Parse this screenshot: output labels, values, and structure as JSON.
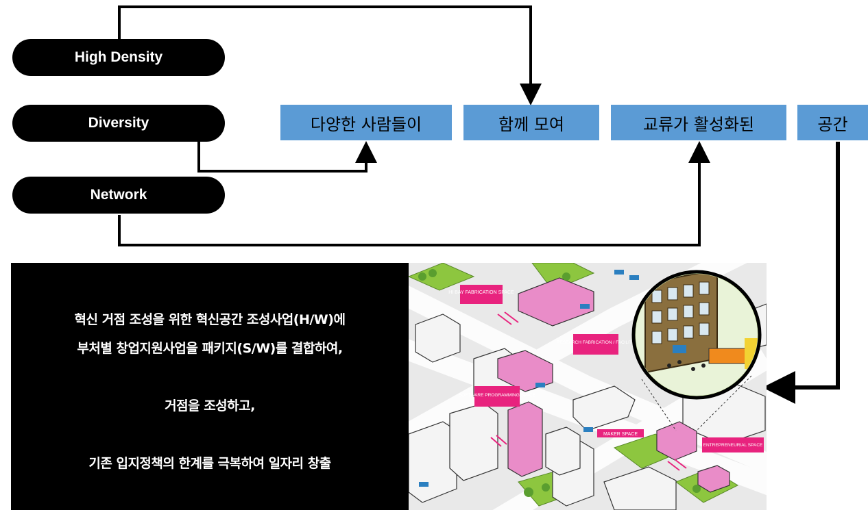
{
  "concepts": {
    "high_density": "High Density",
    "diversity": "Diversity",
    "network": "Network"
  },
  "flow": {
    "step1": "다양한 사람들이",
    "step2": "함께 모여",
    "step3": "교류가 활성화된",
    "step4": "공간"
  },
  "description": {
    "line1": "혁신 거점 조성을 위한 혁신공간 조성사업(H/W)에",
    "line2": "부처별 창업지원사업을 패키지(S/W)를 결합하여,",
    "line3": "거점을 조성하고,",
    "line4": "기존 입지정책의 한계를 극복하여 일자리 창출"
  },
  "illustration": {
    "labels": {
      "hibay": "HI BAY FABRICATION SPACE",
      "research": "RESEARCH FABRICATION / FACILITY",
      "software": "SOFTWARE PROGRAMMING SPACE",
      "maker": "MAKER SPACE",
      "entrepreneurial": "ENTREPRENEURIAL SPACE"
    }
  },
  "colors": {
    "pill_bg": "#000000",
    "box_bg": "#5b9bd5",
    "accent_pink": "#e8237e"
  }
}
